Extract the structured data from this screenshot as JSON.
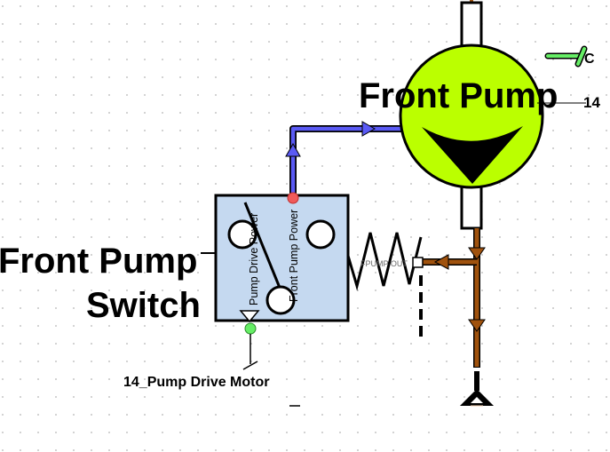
{
  "diagram": {
    "type": "hydraulic-electrical schematic",
    "colors": {
      "pump_fill": "#bbff00",
      "switch_fill": "#c5d9f0",
      "power_line": "#5a5af5",
      "fluid_line": "#a0520d",
      "power_node": "#f05a5a",
      "ground_node": "#66ee66",
      "sensor_lead": "#66ee66"
    },
    "pump": {
      "label": "Front Pump",
      "tag_partial": "14"
    },
    "switch": {
      "label_line1": "Front Pump",
      "label_line2": "Switch",
      "terminal_1": "Pump Drive Power",
      "terminal_2": "Front Pump Power"
    },
    "spring": {
      "port_label": "FPUMP OUT"
    },
    "motor": {
      "label": "14_Pump Drive Motor"
    },
    "connector": {
      "label_partial": "C"
    }
  }
}
